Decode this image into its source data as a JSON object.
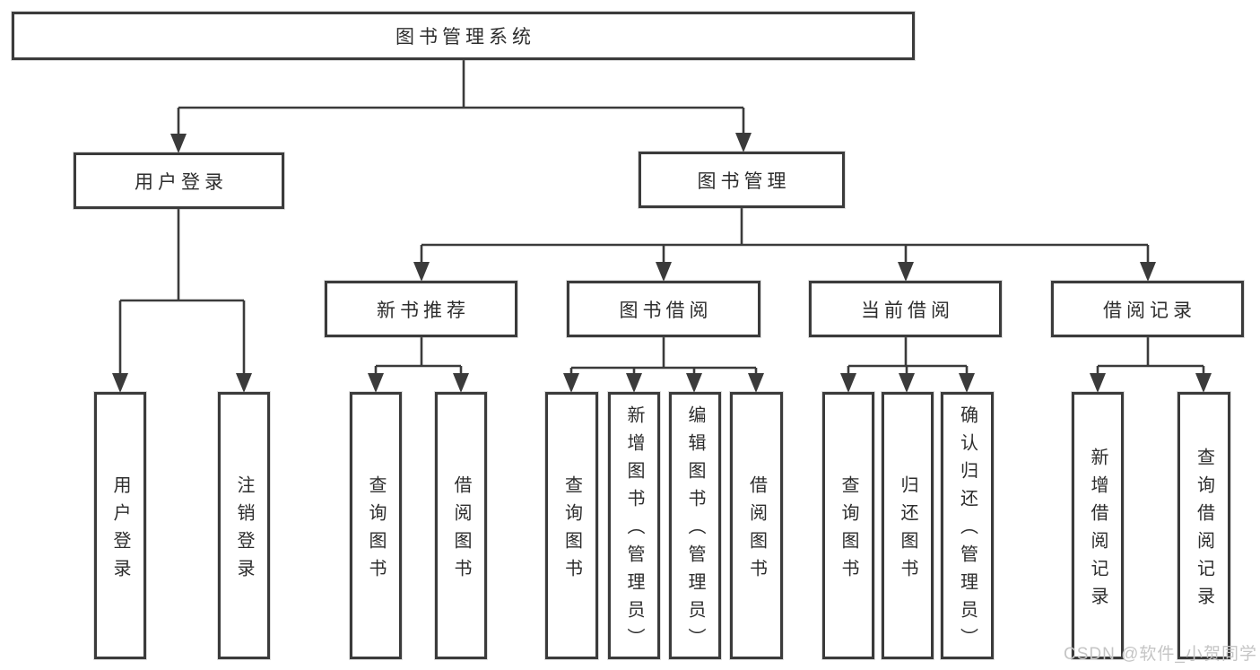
{
  "diagram": {
    "title": "图书管理系统",
    "level2": {
      "user": "用户登录",
      "book": "图书管理"
    },
    "level3": [
      "新书推荐",
      "图书借阅",
      "当前借阅",
      "借阅记录"
    ],
    "leaves": {
      "user": [
        "用户登录",
        "注销登录"
      ],
      "recommend": [
        "查询图书",
        "借阅图书"
      ],
      "borrow": [
        "查询图书",
        "新增图书（管理员）",
        "编辑图书（管理员）",
        "借阅图书"
      ],
      "current": [
        "查询图书",
        "归还图书",
        "确认归还（管理员）"
      ],
      "record": [
        "新增借阅记录",
        "查询借阅记录"
      ]
    }
  },
  "watermark": {
    "text": "CSDN @软件_小贺同学",
    "color": "#c5c5c5"
  },
  "colors": {
    "line": "#3b3b3b",
    "text": "#2d2d2d",
    "box_border": "#3b3b3b",
    "background": "#ffffff"
  }
}
